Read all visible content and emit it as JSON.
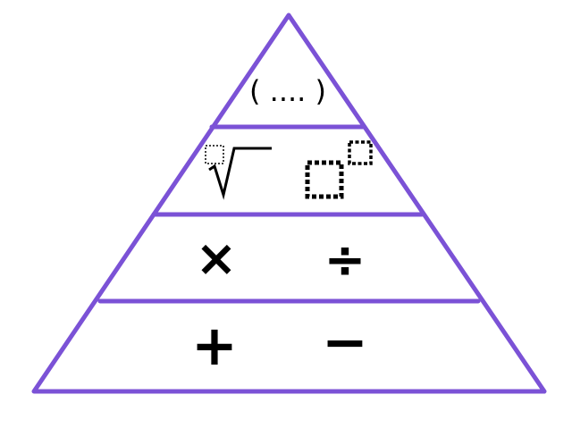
{
  "colors": {
    "outline": "#7b52d6",
    "symbols": "#000000"
  },
  "levels": [
    {
      "name": "brackets",
      "symbols": [
        "( .... )"
      ]
    },
    {
      "name": "indices-roots",
      "symbols": [
        "square-root-icon",
        "power-icon"
      ]
    },
    {
      "name": "multiply-divide",
      "symbols": [
        "×",
        "÷"
      ]
    },
    {
      "name": "add-subtract",
      "symbols": [
        "+",
        "−"
      ]
    }
  ]
}
